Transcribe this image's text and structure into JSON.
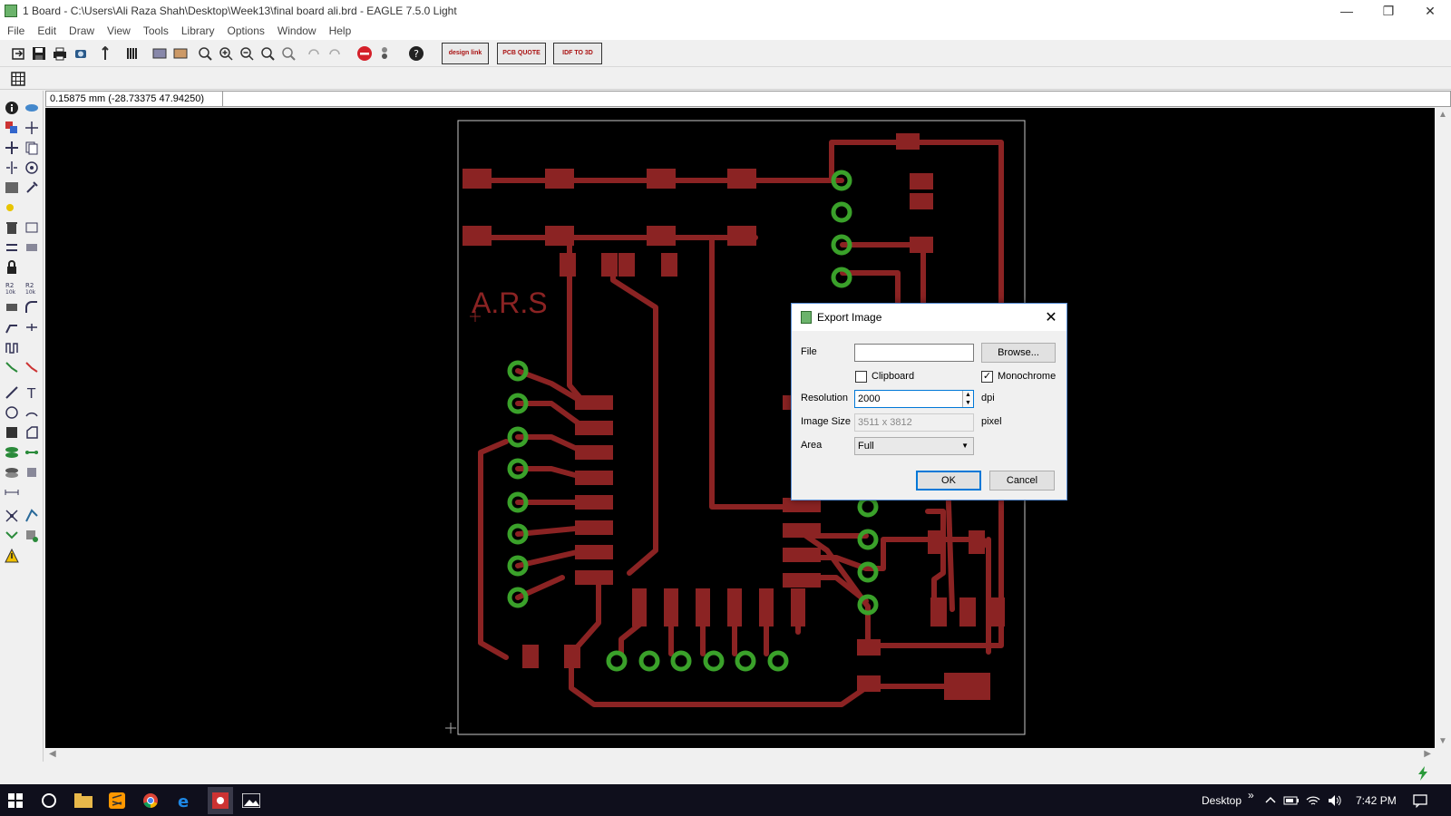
{
  "window": {
    "title": "1 Board - C:\\Users\\Ali Raza Shah\\Desktop\\Week13\\final board ali.brd - EAGLE 7.5.0 Light",
    "minimize": "—",
    "restore": "❐",
    "close": "✕"
  },
  "menu": [
    "File",
    "Edit",
    "Draw",
    "View",
    "Tools",
    "Library",
    "Options",
    "Window",
    "Help"
  ],
  "toolbar": {
    "design_link": "design link",
    "pcb_quote": "PCB QUOTE",
    "idf": "IDF TO 3D"
  },
  "coordinate_readout": "0.15875 mm (-28.73375 47.94250)",
  "board": {
    "label": "A.R.S",
    "trace_color": "#8b2323",
    "pad_color": "#3aa12a"
  },
  "dialog": {
    "title": "Export Image",
    "file_label": "File",
    "file_value": "",
    "browse": "Browse...",
    "clipboard_label": "Clipboard",
    "clipboard_checked": false,
    "monochrome_label": "Monochrome",
    "monochrome_checked": true,
    "resolution_label": "Resolution",
    "resolution_value": "2000",
    "resolution_unit": "dpi",
    "image_size_label": "Image Size",
    "image_size_value": "3511 x 3812",
    "image_size_unit": "pixel",
    "area_label": "Area",
    "area_value": "Full",
    "ok": "OK",
    "cancel": "Cancel"
  },
  "taskbar": {
    "desktop_label": "Desktop",
    "chevrons": "»",
    "time": "7:42 PM"
  }
}
